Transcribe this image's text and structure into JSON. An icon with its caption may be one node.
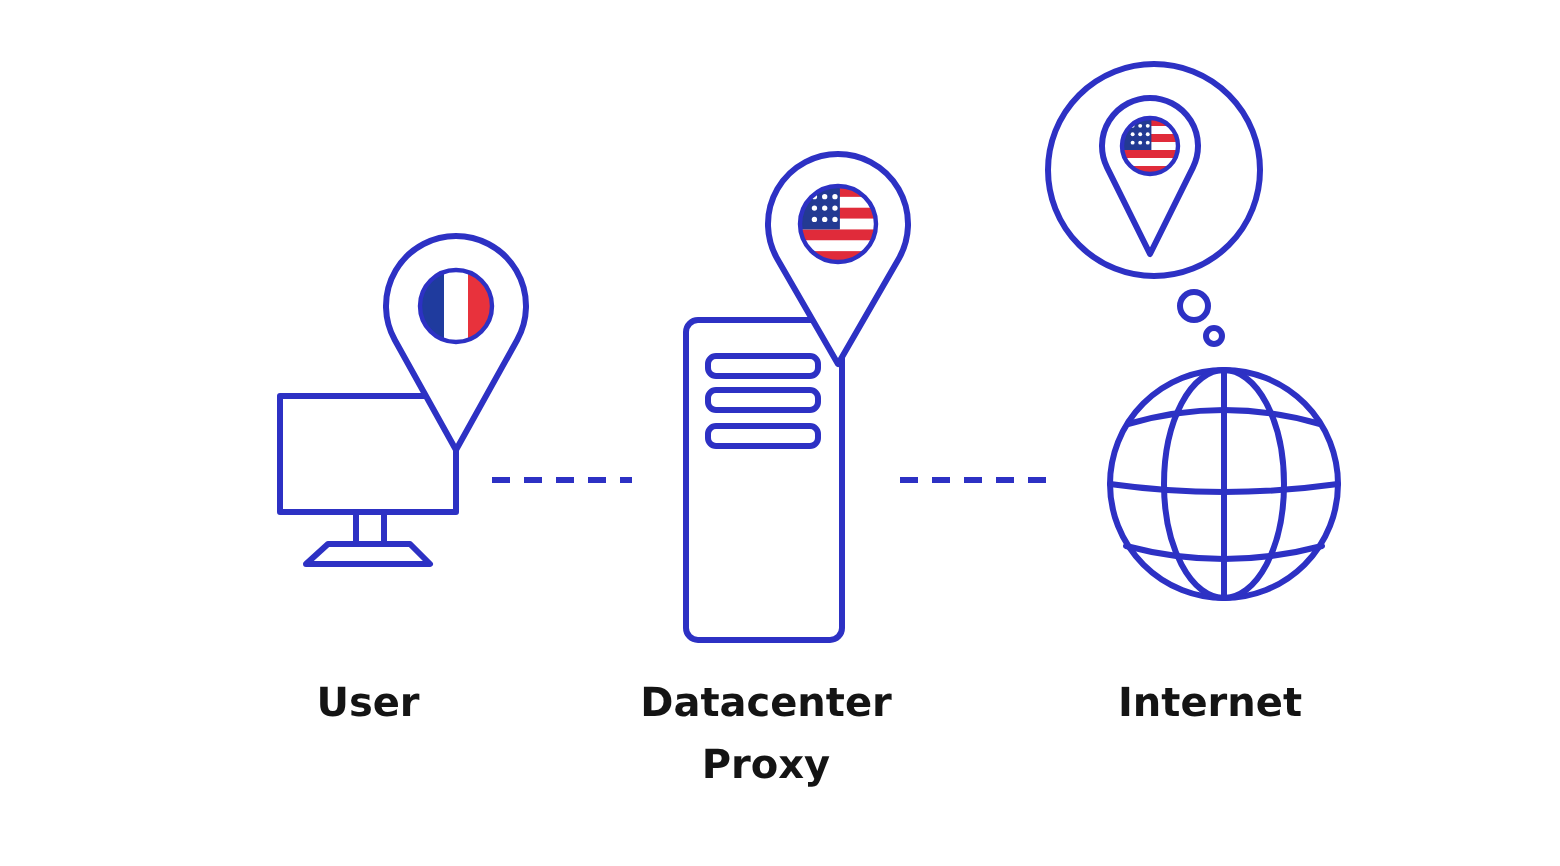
{
  "diagram": {
    "nodes": [
      {
        "text": [
          "User"
        ]
      },
      {
        "text": [
          "Datacenter Proxy"
        ]
      },
      {
        "text": [
          "Internet"
        ]
      }
    ],
    "edges": [
      {
        "from": 0,
        "to": 1,
        "arrow": "none",
        "style": "dashed"
      },
      {
        "from": 1,
        "to": 2,
        "arrow": "none",
        "style": "dashed"
      }
    ]
  }
}
